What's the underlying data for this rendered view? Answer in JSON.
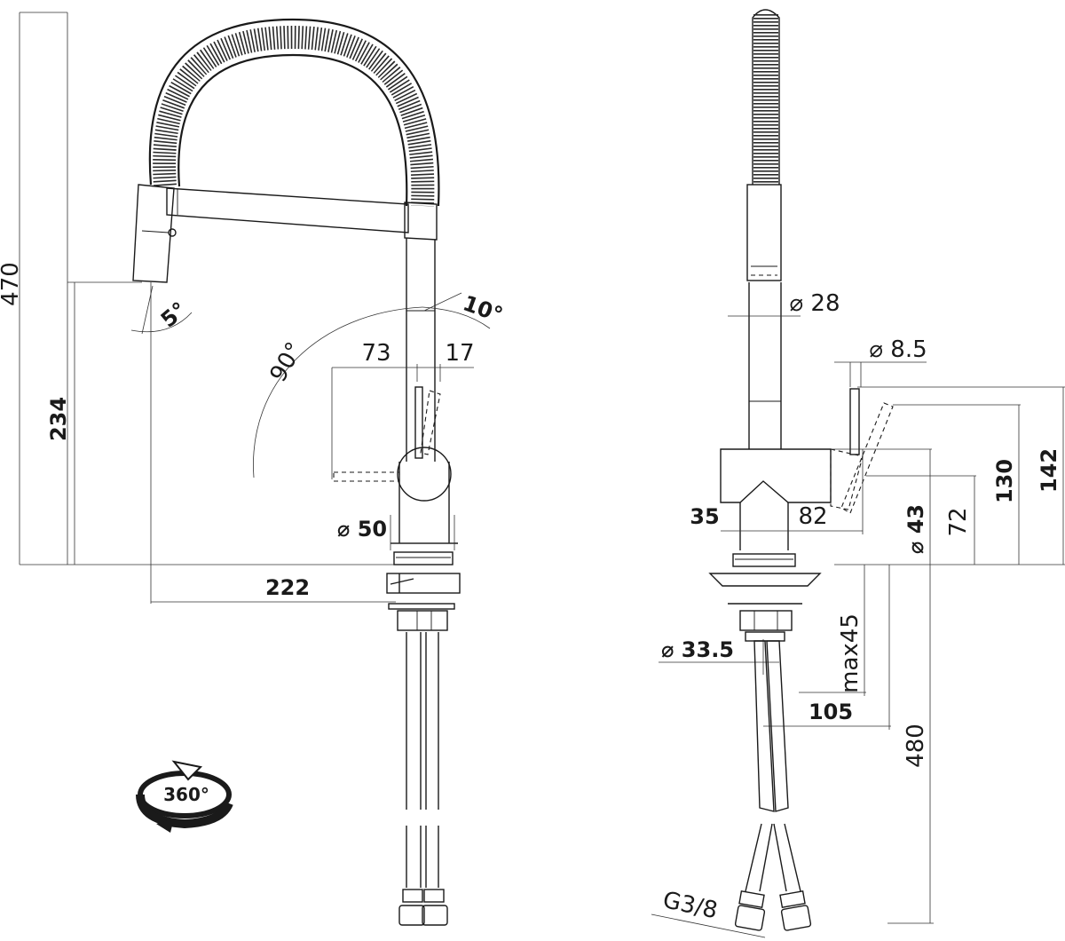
{
  "side_view": {
    "height_total": "470",
    "height_spout": "234",
    "tilt_angle": "5°",
    "handle_angle_max": "10°",
    "handle_angle_range": "90°",
    "lever_length": "73",
    "lever_offset": "17",
    "body_diameter": "⌀ 50",
    "reach": "222"
  },
  "front_view": {
    "spout_diameter": "⌀ 28",
    "lever_diameter": "⌀ 8.5",
    "body_left": "35",
    "body_right": "82",
    "body_diameter": "⌀ 43",
    "lever_height": "72",
    "lever_top_height": "130",
    "total_lever_height": "142",
    "shank_diameter": "⌀ 33.5",
    "max_counter_thickness": "max45",
    "base_width": "105",
    "hose_length": "480",
    "thread": "G3/8"
  },
  "rotation_icon": {
    "label": "360°"
  }
}
